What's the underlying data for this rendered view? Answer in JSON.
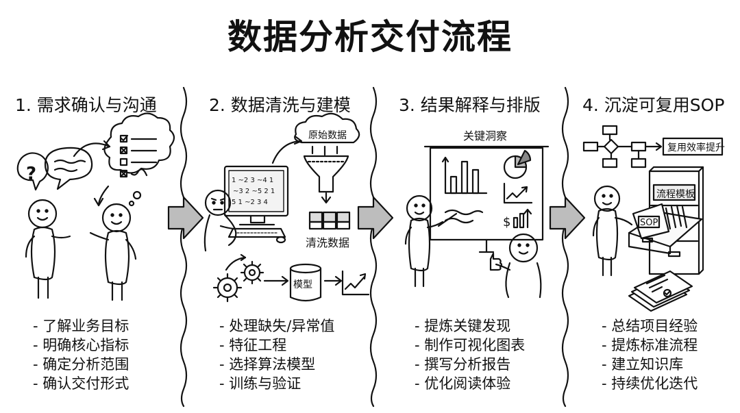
{
  "title": "数据分析交付流程",
  "steps": [
    {
      "heading": "1. 需求确认与沟通",
      "bullets": [
        "- 了解业务目标",
        "- 明确核心指标",
        "- 确定分析范围",
        "- 确认交付形式"
      ]
    },
    {
      "heading": "2. 数据清洗与建模",
      "bullets": [
        "- 处理缺失/异常值",
        "- 特征工程",
        "- 选择算法模型",
        "- 训练与验证"
      ],
      "labels": {
        "raw": "原始数据",
        "clean": "清洗数据",
        "model": "模型"
      }
    },
    {
      "heading": "3. 结果解释与排版",
      "bullets": [
        "- 提炼关键发现",
        "- 制作可视化图表",
        "- 撰写分析报告",
        "- 优化阅读体验"
      ],
      "labels": {
        "board": "关键洞察",
        "dollar": "$"
      }
    },
    {
      "heading": "4. 沉淀可复用SOP",
      "bullets": [
        "- 总结项目经验",
        "- 提炼标准流程",
        "- 建立知识库",
        "- 持续优化迭代"
      ],
      "labels": {
        "efficiency": "复用效率提升",
        "cabinet": "流程模板",
        "folder": "SOP"
      }
    }
  ]
}
